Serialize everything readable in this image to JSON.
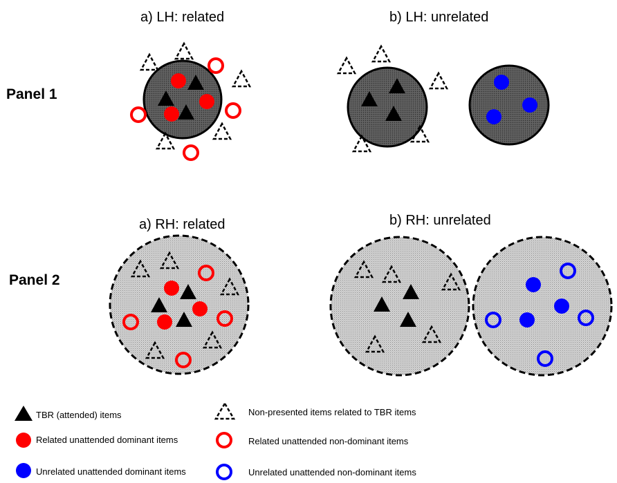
{
  "panels": {
    "panel1": {
      "label": "Panel 1",
      "left_title": "a) LH: related",
      "right_title": "b) LH: unrelated"
    },
    "panel2": {
      "label": "Panel 2",
      "left_title": "a) RH: related",
      "right_title": "b) RH: unrelated"
    }
  },
  "legend": {
    "tbr": "TBR (attended) items",
    "nonpresented": "Non-presented  items related to TBR items",
    "related_dominant": "Related unattended dominant items",
    "related_nondominant": "Related unattended non-dominant  items",
    "unrelated_dominant": "Unrelated unattended dominant items",
    "unrelated_nondominant": "Unrelated unattended non-dominant items"
  },
  "colors": {
    "related": "#ff0000",
    "unrelated": "#0000ff",
    "tbr": "#000000",
    "lh_fill": "#4d4d4d",
    "rh_fill": "#c8c8c8"
  }
}
